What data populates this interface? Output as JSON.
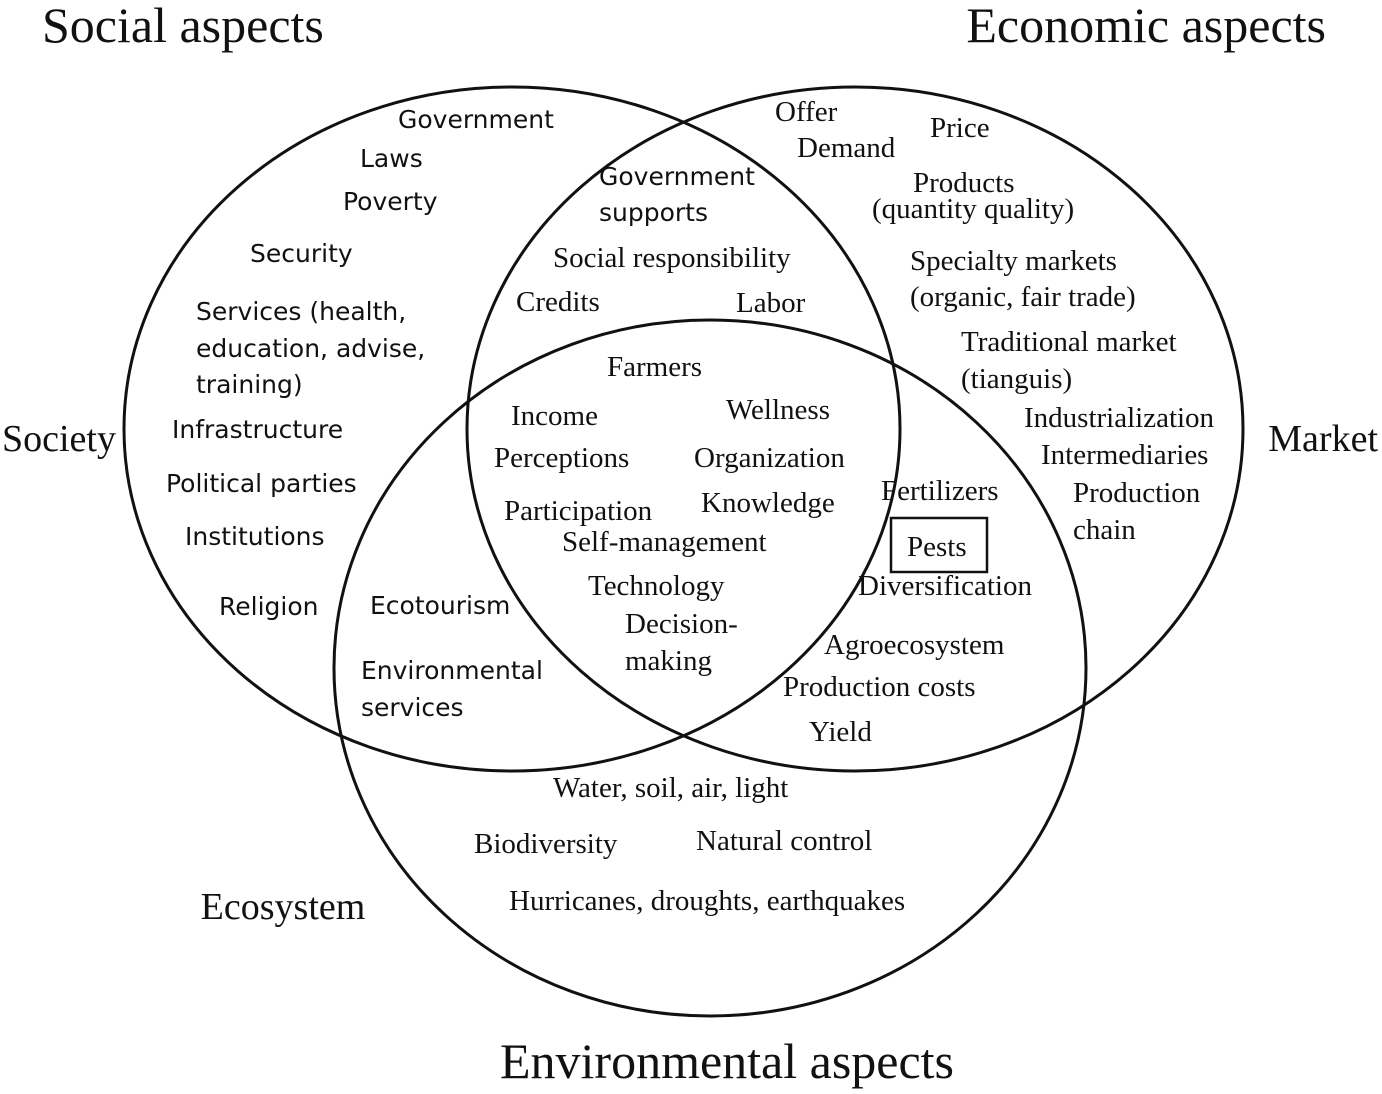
{
  "headings": {
    "social": "Social aspects",
    "economic": "Economic aspects",
    "environmental": "Environmental aspects"
  },
  "circles": {
    "society": "Society",
    "market": "Market",
    "ecosystem": "Ecosystem"
  },
  "social_only": {
    "government": "Government",
    "laws": "Laws",
    "poverty": "Poverty",
    "security": "Security",
    "services_line1": "Services (health,",
    "services_line2": "education, advise,",
    "services_line3": "training)",
    "infrastructure": "Infrastructure",
    "political_parties": "Political parties",
    "institutions": "Institutions",
    "religion": "Religion"
  },
  "social_economic": {
    "government_line1": "Government",
    "government_line2": "supports",
    "social_responsibility": "Social responsibility",
    "credits": "Credits",
    "labor": "Labor"
  },
  "center": {
    "farmers": "Farmers",
    "income": "Income",
    "wellness": "Wellness",
    "perceptions": "Perceptions",
    "organization": "Organization",
    "participation": "Participation",
    "knowledge": "Knowledge",
    "self_management": "Self-management",
    "technology": "Technology",
    "decision_line1": "Decision-",
    "decision_line2": "making"
  },
  "social_environmental": {
    "ecotourism": "Ecotourism",
    "env_services_line1": "Environmental",
    "env_services_line2": "services"
  },
  "economic_only": {
    "offer": "Offer",
    "demand": "Demand",
    "price": "Price",
    "products_line1": "Products",
    "products_line2": "(quantity quality)",
    "specialty_line1": "Specialty markets",
    "specialty_line2": "(organic, fair trade)",
    "traditional_line1": "Traditional market",
    "traditional_line2": "(tianguis)",
    "industrialization": "Industrialization",
    "intermediaries": "Intermediaries",
    "production_chain_line1": "Production",
    "production_chain_line2": "chain"
  },
  "economic_environmental": {
    "fertilizers": "Fertilizers",
    "pests": "Pests",
    "diversification": "Diversification",
    "agroecosystem": "Agroecosystem",
    "production_costs": "Production costs",
    "yield": "Yield"
  },
  "environmental_only": {
    "water": "Water, soil, air, light",
    "biodiversity": "Biodiversity",
    "natural_control": "Natural control",
    "hurricanes": "Hurricanes, droughts, earthquakes"
  }
}
